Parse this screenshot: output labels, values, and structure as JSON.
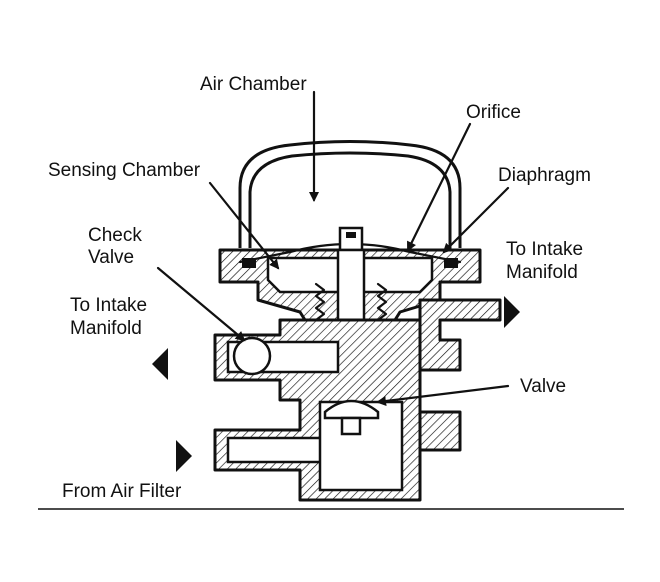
{
  "labels": {
    "air_chamber": "Air Chamber",
    "orifice": "Orifice",
    "sensing_chamber": "Sensing Chamber",
    "diaphragm": "Diaphragm",
    "check_valve_1": "Check",
    "check_valve_2": "Valve",
    "intake_right_1": "To Intake",
    "intake_right_2": "Manifold",
    "intake_left_1": "To Intake",
    "intake_left_2": "Manifold",
    "valve": "Valve",
    "air_filter": "From Air Filter"
  }
}
